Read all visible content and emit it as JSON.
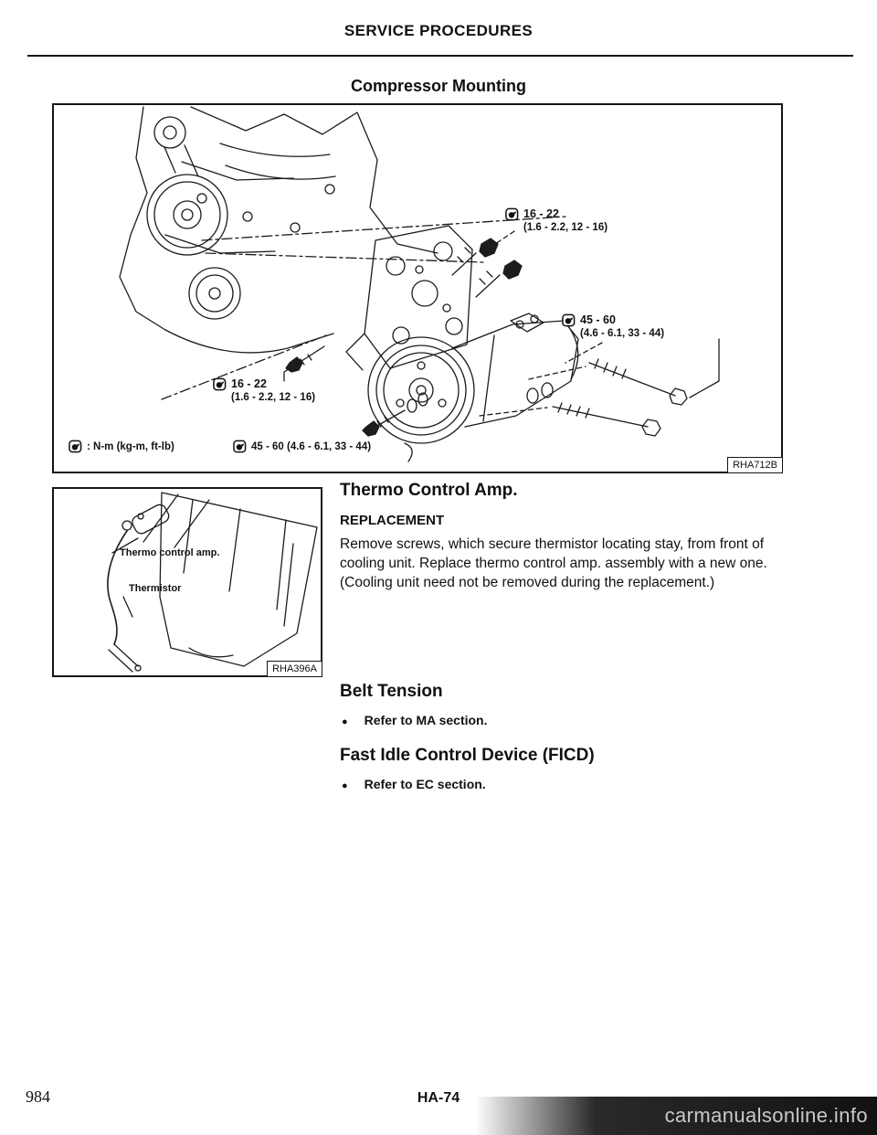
{
  "page": {
    "header": "SERVICE PROCEDURES",
    "title": "Compressor Mounting",
    "page_number": "984",
    "page_code": "HA-74",
    "watermark": "carmanualsonline.info"
  },
  "glyphs": {
    "bullet": "●"
  },
  "main_figure": {
    "figure_id": "RHA712B",
    "callouts": [
      {
        "torque": "16 - 22",
        "detail": "(1.6 - 2.2, 12 - 16)"
      },
      {
        "torque": "45 - 60",
        "detail": "(4.6 - 6.1, 33 - 44)"
      },
      {
        "torque": "16 - 22",
        "detail": "(1.6 - 2.2, 12 - 16)"
      }
    ],
    "legend": ": N-m (kg-m, ft-lb)",
    "bottom_callout": "45 - 60 (4.6 - 6.1, 33 - 44)"
  },
  "thermo_figure": {
    "figure_id": "RHA396A",
    "labels": [
      "Thermo control amp.",
      "Thermistor"
    ]
  },
  "sections": [
    {
      "title": "Thermo Control Amp.",
      "subtitle": "REPLACEMENT",
      "body": "Remove screws, which secure thermistor locating stay, from front of cooling unit. Replace thermo control amp. assembly with a new one. (Cooling unit need not be removed during the replacement.)"
    },
    {
      "title": "Belt Tension",
      "bullet": "Refer to MA section."
    },
    {
      "title": "Fast Idle Control Device (FICD)",
      "bullet": "Refer to EC section."
    }
  ]
}
